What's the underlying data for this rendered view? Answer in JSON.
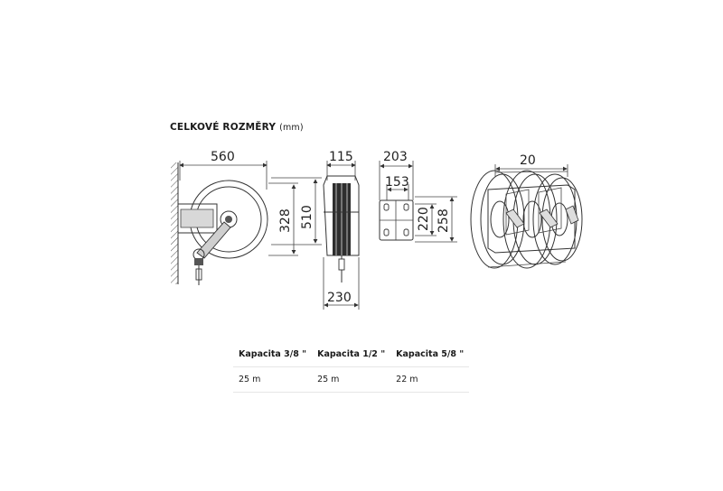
{
  "heading": {
    "text": "CELKOVÉ ROZMĚRY",
    "unit": "(mm)"
  },
  "dimensions": {
    "side_width": "560",
    "side_inner_height": "328",
    "side_outer_height": "510",
    "front_top_width": "115",
    "front_bottom_width": "230",
    "bracket_outer_width": "203",
    "bracket_inner_width": "153",
    "bracket_inner_height": "220",
    "bracket_outer_height": "258",
    "multi_spacing": "20"
  },
  "capacity_table": {
    "headers": [
      "Kapacita 3/8 \"",
      "Kapacita 1/2 \"",
      "Kapacita 5/8 \""
    ],
    "values": [
      "25 m",
      "25 m",
      "22 m"
    ]
  }
}
